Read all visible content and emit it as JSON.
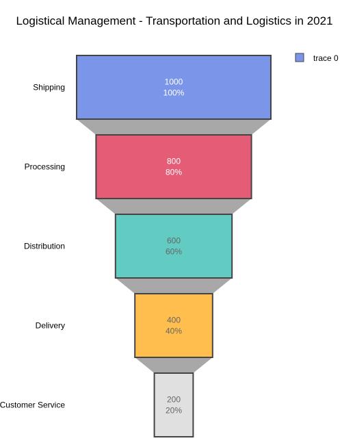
{
  "chart_data": {
    "type": "funnel",
    "title": "Logistical Management - Transportation and Logistics in 2021",
    "categories": [
      "Shipping",
      "Processing",
      "Distribution",
      "Delivery",
      "Customer Service"
    ],
    "values": [
      1000,
      800,
      600,
      400,
      200
    ],
    "percent_of_initial": [
      "100%",
      "80%",
      "60%",
      "40%",
      "20%"
    ],
    "colors": [
      "#7B96E8",
      "#E55C76",
      "#62CBC2",
      "#FFBE4D",
      "#E0E0E0"
    ],
    "text_colors": [
      "#ffffff",
      "#ffffff",
      "#666666",
      "#666666",
      "#666666"
    ],
    "connector_color": "#A8A8A8",
    "legend": {
      "position": "top-right",
      "entries": [
        "trace 0"
      ]
    }
  }
}
